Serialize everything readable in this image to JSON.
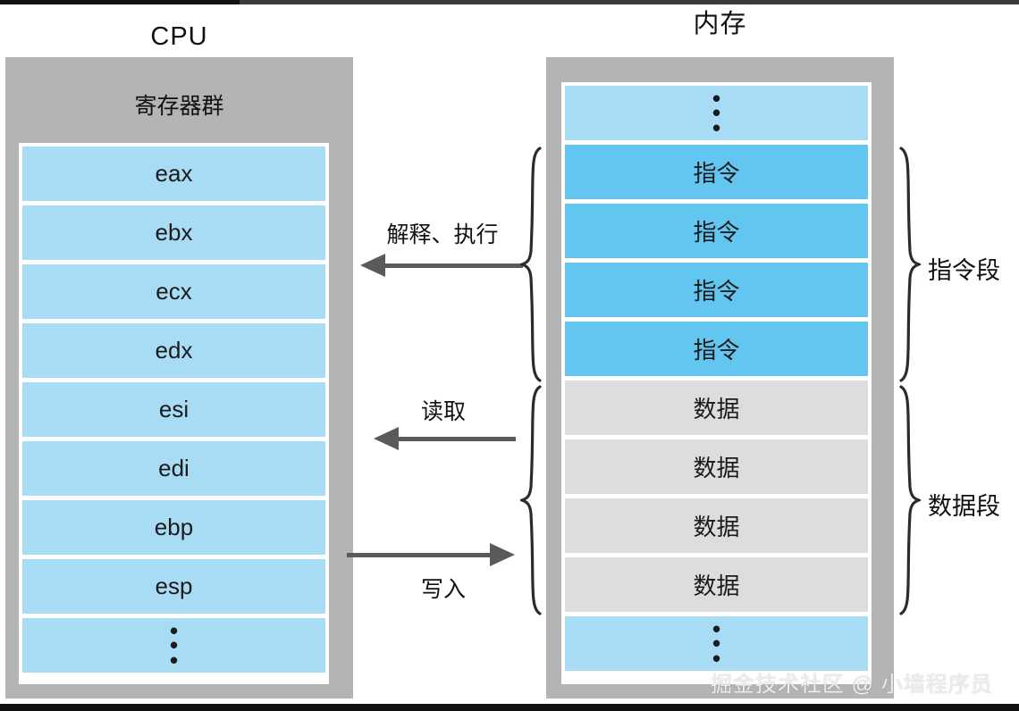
{
  "diagram": {
    "title_cpu": "CPU",
    "title_memory": "内存",
    "register_group_title": "寄存器群",
    "ellipsis_glyph": "⋮",
    "colors": {
      "panel_grey": "#b4b4b4",
      "register_blue": "#a8dcf5",
      "instruction_blue": "#63c6f0",
      "data_grey": "#dddddd",
      "arrow_grey": "#5a5a5a",
      "text_black": "#1b1b1b"
    }
  },
  "cpu": {
    "heading": "CPU",
    "group_title": "寄存器群",
    "registers": [
      {
        "label": "eax",
        "kind": "reg"
      },
      {
        "label": "ebx",
        "kind": "reg"
      },
      {
        "label": "ecx",
        "kind": "reg"
      },
      {
        "label": "edx",
        "kind": "reg"
      },
      {
        "label": "esi",
        "kind": "reg"
      },
      {
        "label": "edi",
        "kind": "reg"
      },
      {
        "label": "ebp",
        "kind": "reg"
      },
      {
        "label": "esp",
        "kind": "reg"
      },
      {
        "label": "⋮",
        "kind": "ellipsis"
      }
    ]
  },
  "memory": {
    "heading": "内存",
    "rows": [
      {
        "label": "⋮",
        "kind": "ellipsis"
      },
      {
        "label": "指令",
        "kind": "instr"
      },
      {
        "label": "指令",
        "kind": "instr"
      },
      {
        "label": "指令",
        "kind": "instr"
      },
      {
        "label": "指令",
        "kind": "instr"
      },
      {
        "label": "数据",
        "kind": "data"
      },
      {
        "label": "数据",
        "kind": "data"
      },
      {
        "label": "数据",
        "kind": "data"
      },
      {
        "label": "数据",
        "kind": "data"
      },
      {
        "label": "⋮",
        "kind": "ellipsis"
      }
    ]
  },
  "arrows": [
    {
      "label": "解释、执行",
      "direction": "left"
    },
    {
      "label": "读取",
      "direction": "left"
    },
    {
      "label": "写入",
      "direction": "right"
    }
  ],
  "segments": [
    {
      "label": "指令段"
    },
    {
      "label": "数据段"
    }
  ],
  "watermark": {
    "text": "掘金技术社区 @ 小墙程序员"
  }
}
